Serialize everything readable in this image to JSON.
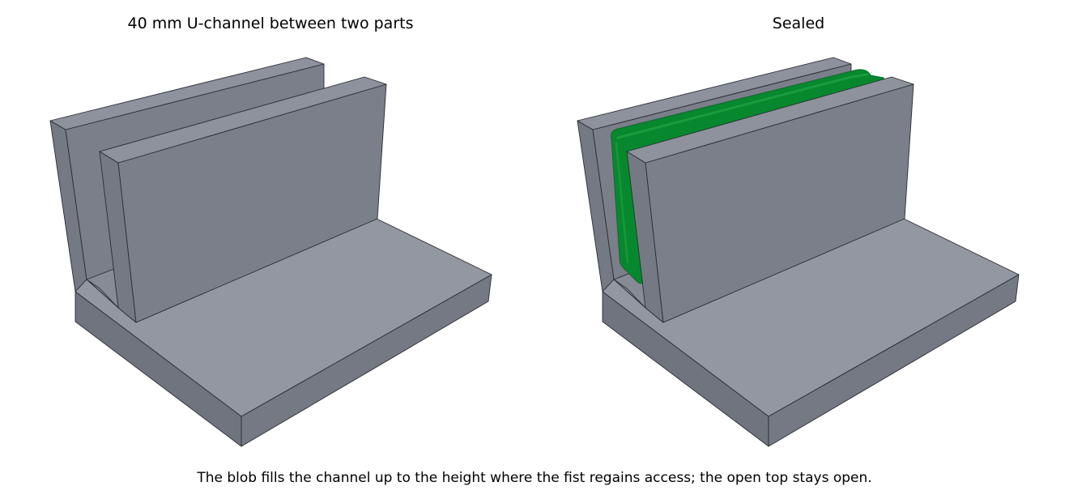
{
  "panels": [
    {
      "title": "40 mm U-channel between two parts"
    },
    {
      "title": "Sealed"
    }
  ],
  "caption": "The blob fills the channel up to the height where the fist regains access; the open top stays open.",
  "colors": {
    "part_top": "#8d929d",
    "part_face": "#7a7f89",
    "edge": "#2b2d33",
    "sealant": "#08882e",
    "sealant_highlight": "#22a447"
  }
}
